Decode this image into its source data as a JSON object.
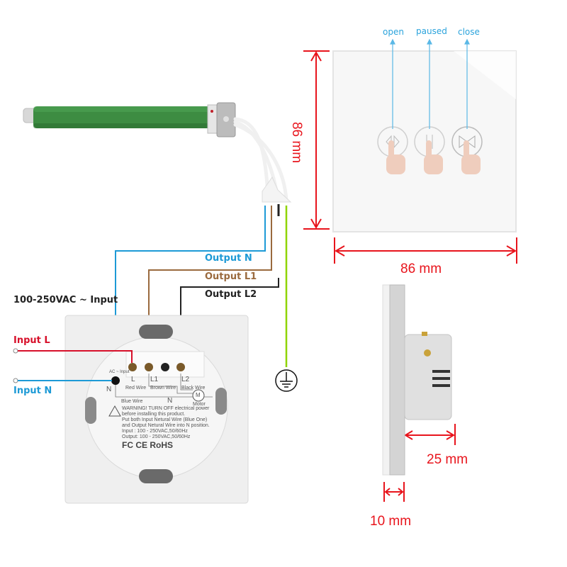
{
  "button_labels": {
    "open": "open",
    "paused": "paused",
    "close": "close"
  },
  "dimensions": {
    "height": "86 mm",
    "width": "86 mm",
    "depth_back": "25 mm",
    "depth_panel": "10 mm"
  },
  "wiring": {
    "input_title": "100-250VAC ~ Input",
    "input_l": "Input L",
    "input_n": "Input N",
    "output_n": "Output N",
    "output_l1": "Output L1",
    "output_l2": "Output L2"
  },
  "back_label": {
    "ac_input": "AC ~ Input",
    "n": "N",
    "terminal_l": "L",
    "terminal_l1": "L1",
    "terminal_l2": "L2",
    "red_wire": "Red Wire",
    "brown_wire": "Brown Wire",
    "black_wire": "Black Wire",
    "blue_wire": "Blue Wire",
    "n_center": "N",
    "motor": "Motor",
    "motor_symbol": "M",
    "warning_lines": [
      "WARNING! TURN OFF electrical power",
      "before installing this product.",
      "Put both Input Netural Wire (Blue One)",
      "and Output Netural Wire into N position.",
      "Input : 100 - 250VAC,50/60Hz",
      "Output: 100 - 250VAC,50/60Hz"
    ],
    "cert_marks": "FC CE RoHS"
  },
  "colors": {
    "dimension_red": "#e8141c",
    "neutral_blue": "#1d9ad6",
    "l1_brown": "#9a6a3e",
    "l2_black": "#222222",
    "input_l_red": "#d7102a",
    "ground_green": "#8fd400",
    "motor_green": "#3a8a3e",
    "button_label_blue": "#2aa3dc"
  }
}
